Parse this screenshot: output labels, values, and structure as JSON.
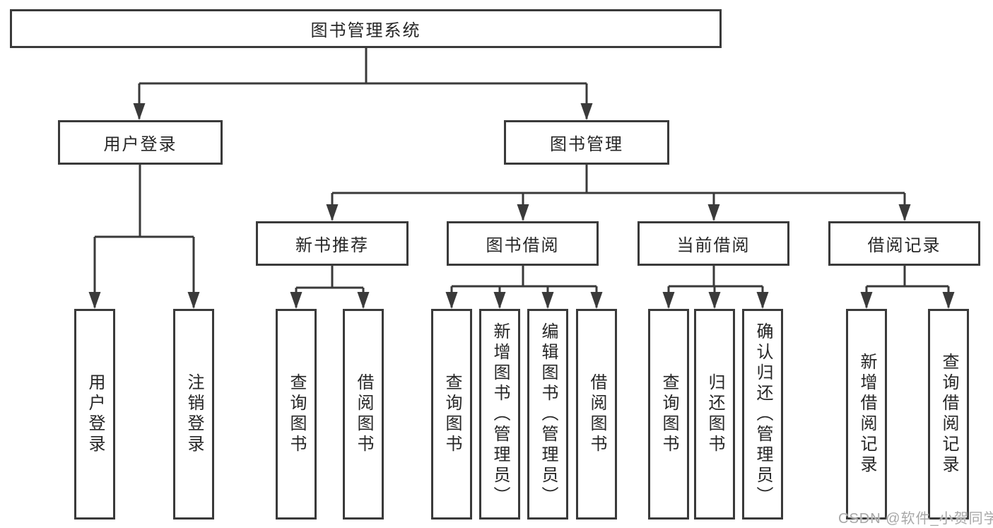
{
  "colors": {
    "line": "#3a3a3a",
    "text": "#262626",
    "background": "#ffffff",
    "watermark": "#a8a8a8"
  },
  "watermark": "CSDN @软件_小贺同学",
  "nodes": {
    "root": "图书管理系统",
    "user_login": "用户登录",
    "book_management": "图书管理",
    "new_book_recommend": "新书推荐",
    "book_borrow": "图书借阅",
    "current_borrow": "当前借阅",
    "borrow_records": "借阅记录",
    "leaf_login": "用户登录",
    "leaf_logout": "注销登录",
    "leaf_query_books_1": "查询图书",
    "leaf_borrow_books_1": "借阅图书",
    "leaf_query_books_2": "查询图书",
    "leaf_add_books_admin": "新增图书（管理员）",
    "leaf_edit_books_admin": "编辑图书（管理员）",
    "leaf_borrow_books_2": "借阅图书",
    "leaf_query_books_3": "查询图书",
    "leaf_return_books": "归还图书",
    "leaf_confirm_return_admin": "确认归还（管理员）",
    "leaf_add_borrow_record": "新增借阅记录",
    "leaf_query_borrow_record": "查询借阅记录"
  }
}
